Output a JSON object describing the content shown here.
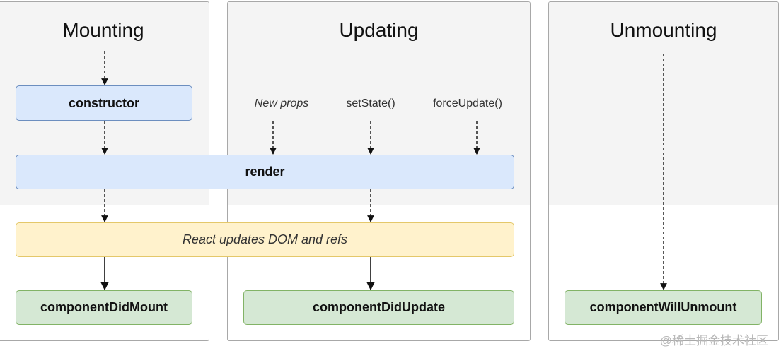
{
  "phases": {
    "mounting": "Mounting",
    "updating": "Updating",
    "unmounting": "Unmounting"
  },
  "triggers": {
    "new_props": "New props",
    "set_state": "setState()",
    "force_update": "forceUpdate()"
  },
  "methods": {
    "constructor": "constructor",
    "render": "render",
    "react_updates": "React updates DOM and refs",
    "did_mount": "componentDidMount",
    "did_update": "componentDidUpdate",
    "will_unmount": "componentWillUnmount"
  },
  "watermark": "@稀土掘金技术社区",
  "colors": {
    "render_phase_box": "#dae8fc",
    "commit_phase_box": "#fff2cc",
    "lifecycle_box": "#d5e8d4",
    "phase_background": "#f4f4f4"
  }
}
